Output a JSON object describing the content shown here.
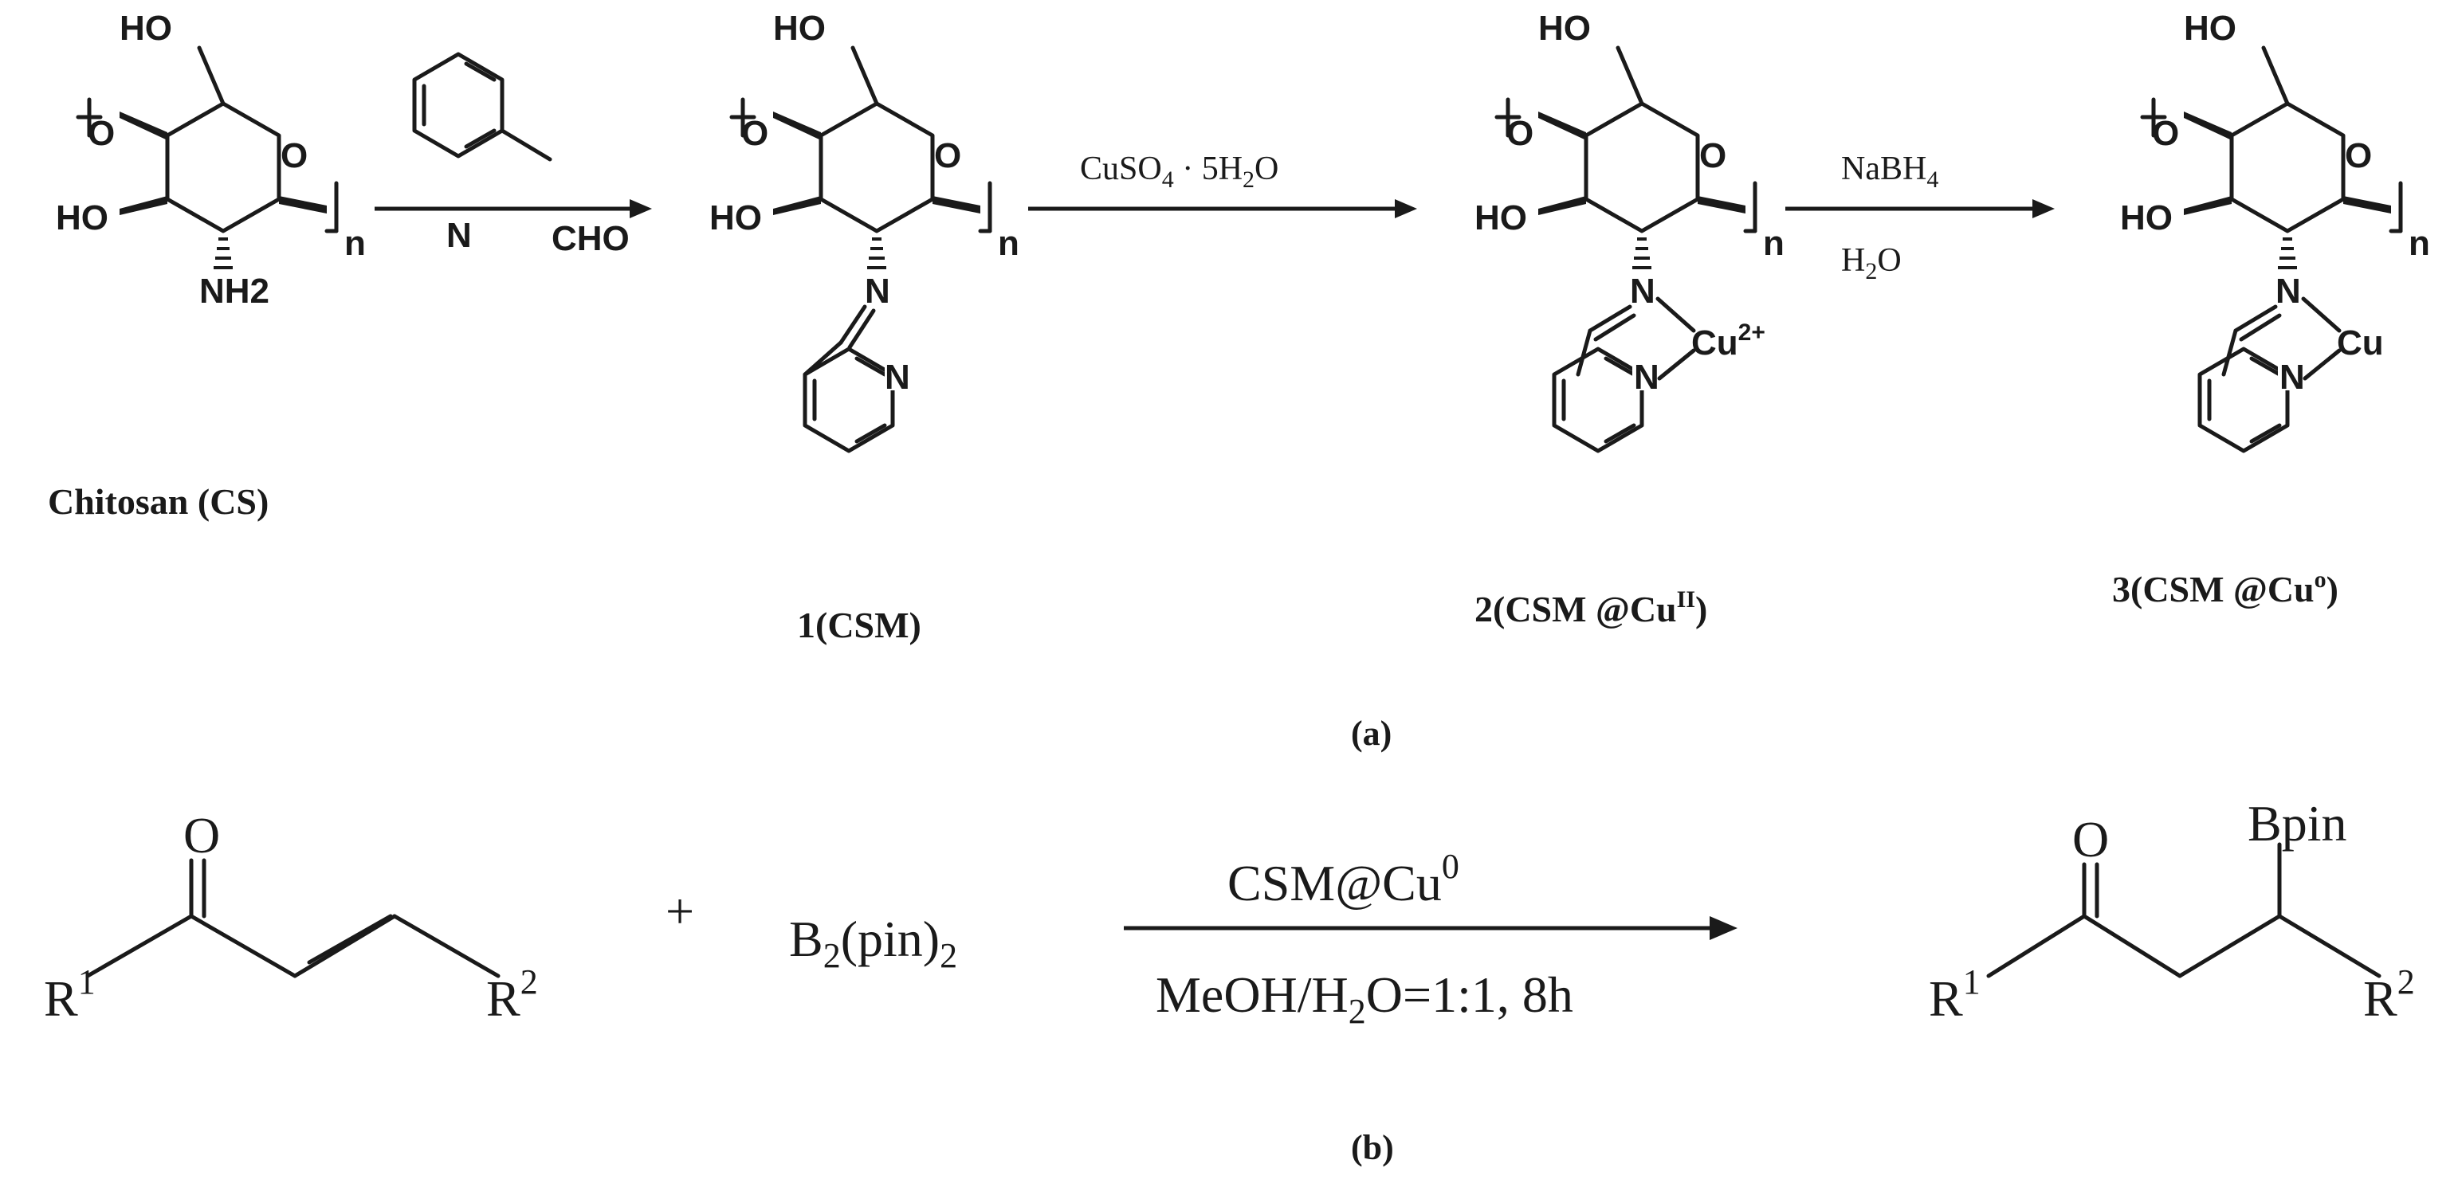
{
  "part_a": {
    "label": "(a)",
    "compounds": {
      "chitosan": {
        "name": "Chitosan (CS)",
        "amine": "NH2",
        "hydroxymethyl": "HO",
        "ring_oxygen": "O",
        "hydroxyl": "HO",
        "linkage_oxygen": "O",
        "repeat": "n"
      },
      "csm": {
        "name": "1(CSM)",
        "hydroxymethyl": "HO",
        "ring_oxygen": "O",
        "hydroxyl": "HO",
        "linkage_oxygen": "O",
        "imine_n": "N",
        "pyridine_n": "N",
        "repeat": "n"
      },
      "csm_cu2": {
        "name_main": "2(CSM @Cu",
        "name_sup": "II",
        "name_end": ")",
        "hydroxymethyl": "HO",
        "ring_oxygen": "O",
        "hydroxyl": "HO",
        "linkage_oxygen": "O",
        "imine_n": "N",
        "pyridine_n": "N",
        "metal": "Cu",
        "metal_charge": "2+",
        "repeat": "n"
      },
      "csm_cu0": {
        "name_main": "3(CSM @Cu",
        "name_sup": "o",
        "name_end": ")",
        "hydroxymethyl": "HO",
        "ring_oxygen": "O",
        "hydroxyl": "HO",
        "linkage_oxygen": "O",
        "imine_n": "N",
        "pyridine_n": "N",
        "metal": "Cu",
        "repeat": "n"
      }
    },
    "reagents": {
      "aldehyde_n": "N",
      "aldehyde_group": "CHO",
      "step2_main": "CuSO",
      "step2_sub": "4",
      "step2_mid": " · 5H",
      "step2_sub2": "2",
      "step2_end": "O",
      "step3_top_main": "NaBH",
      "step3_top_sub": "4",
      "step3_bottom_main": "H",
      "step3_bottom_sub": "2",
      "step3_bottom_end": "O"
    }
  },
  "part_b": {
    "label": "(b)",
    "reactant": {
      "oxygen": "O",
      "r1": "R",
      "r1_sup": "1",
      "r2": "R",
      "r2_sup": "2"
    },
    "plus": "+",
    "boron_reagent": {
      "main": "B",
      "sub1": "2",
      "mid": "(pin)",
      "sub2": "2"
    },
    "catalyst": {
      "main": "CSM@Cu",
      "sup": "0"
    },
    "conditions": {
      "main": "MeOH/H",
      "sub": "2",
      "end": "O=1:1, 8h"
    },
    "product": {
      "oxygen": "O",
      "boryl": "Bpin",
      "r1": "R",
      "r1_sup": "1",
      "r2": "R",
      "r2_sup": "2"
    }
  }
}
